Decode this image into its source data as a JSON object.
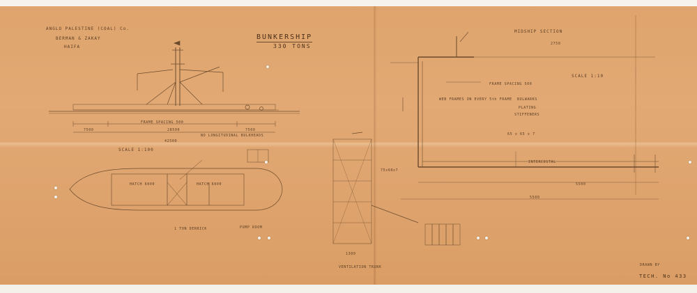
{
  "header": {
    "company": "ANGLO PALESTINE (COAL) Co.",
    "builder": "BERMAN & ZAKAY",
    "location": "HAIFA",
    "title": "BUNKERSHIP",
    "tonnage": "330 TONS"
  },
  "section": {
    "title": "MIDSHIP SECTION",
    "scale": "SCALE 1:10",
    "frame_spacing": "FRAME SPACING 500",
    "web_frames": "WEB FRAMES ON EVERY 5th FRAME",
    "bulwarks": "BULWARKS",
    "plating": "PLATING",
    "stiffeners": "STIFFENERS",
    "intercostal": "INTERCOSTAL",
    "breadth": "5500",
    "half_breadth": "2750",
    "detail_5500": "5500",
    "angle_1": "65 x 65 x 7",
    "angle_2": "75x60x7"
  },
  "profile": {
    "frame_spacing": "FRAME SPACING 500",
    "length": "42500",
    "forward": "7500",
    "aft": "7500",
    "mid": "28500",
    "note": "NO LONGITUDINAL BULKHEADS"
  },
  "plan": {
    "scale": "SCALE 1:100",
    "hold_1": "HATCH 6000",
    "hold_2": "HATCH 6000",
    "note": "1 TON DERRICK",
    "side_note": "PUMP ROOM"
  },
  "elevation": {
    "note": "VENTILATION TRUNK",
    "dim": "1300"
  },
  "footer": {
    "drawing_note": "DRAWN BY",
    "tech_no": "TECH. No 433"
  }
}
